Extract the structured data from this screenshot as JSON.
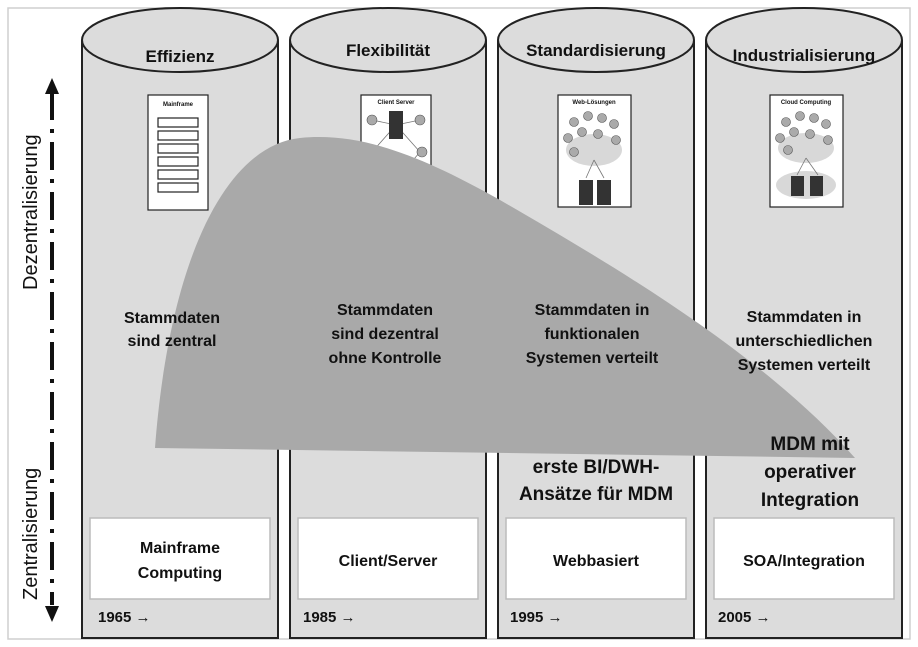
{
  "axis": {
    "top_label": "Dezentralisierung",
    "bottom_label": "Zentralisierung"
  },
  "columns": [
    {
      "title": "Effizienz",
      "icon_label": "Mainframe",
      "description": [
        "Stammdaten",
        "sind zentral"
      ],
      "extra": [],
      "box": [
        "Mainframe",
        "Computing"
      ],
      "year": "1965 →"
    },
    {
      "title": "Flexibilität",
      "icon_label": "Client Server",
      "description": [
        "Stammdaten",
        "sind dezentral",
        "ohne Kontrolle"
      ],
      "extra": [],
      "box": [
        "Client/Server"
      ],
      "year": "1985 →"
    },
    {
      "title": "Standardisierung",
      "icon_label": "Web-Lösungen",
      "description": [
        "Stammdaten in",
        "funktionalen",
        "Systemen verteilt"
      ],
      "extra": [
        "erste BI/DWH-",
        "Ansätze für MDM"
      ],
      "box": [
        "Webbasiert"
      ],
      "year": "1995 →"
    },
    {
      "title": "Industrialisierung",
      "icon_label": "Cloud Computing",
      "description": [
        "Stammdaten  in",
        "unterschiedlichen",
        "Systemen verteilt"
      ],
      "extra": [
        "MDM mit",
        "operativer",
        "Integration"
      ],
      "box": [
        "SOA/Integration"
      ],
      "year": "2005 →"
    }
  ],
  "colors": {
    "column_fill": "#dcdcdc",
    "wave_fill": "#a9a9a9",
    "stroke": "#222222",
    "box_fill": "#ffffff"
  }
}
